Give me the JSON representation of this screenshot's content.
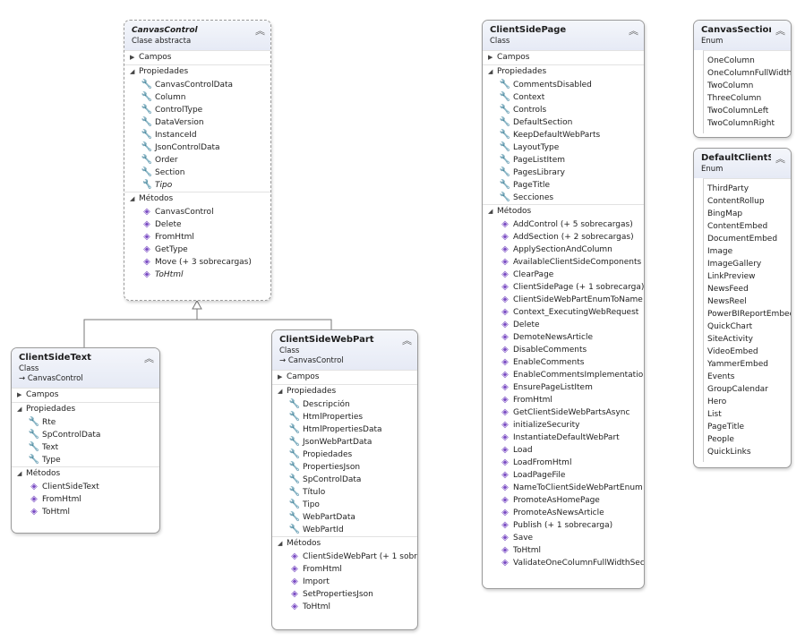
{
  "classes": {
    "canvas_control": {
      "name": "CanvasControl",
      "kind": "Clase abstracta",
      "sections": {
        "fields": "Campos",
        "properties": "Propiedades",
        "methods": "Métodos"
      },
      "properties": [
        "CanvasControlData",
        "Column",
        "ControlType",
        "DataVersion",
        "InstanceId",
        "JsonControlData",
        "Order",
        "Section",
        "Tipo"
      ],
      "methods": [
        "CanvasControl",
        "Delete",
        "FromHtml",
        "GetType",
        "Move (+ 3 sobrecargas)",
        "ToHtml"
      ]
    },
    "client_side_text": {
      "name": "ClientSideText",
      "kind": "Class",
      "base": "→ CanvasControl",
      "sections": {
        "fields": "Campos",
        "properties": "Propiedades",
        "methods": "Métodos"
      },
      "properties": [
        "Rte",
        "SpControlData",
        "Text",
        "Type"
      ],
      "methods": [
        "ClientSideText",
        "FromHtml",
        "ToHtml"
      ]
    },
    "client_side_web_part": {
      "name": "ClientSideWebPart",
      "kind": "Class",
      "base": "→ CanvasControl",
      "sections": {
        "fields": "Campos",
        "properties": "Propiedades",
        "methods": "Métodos"
      },
      "properties": [
        "Descripción",
        "HtmlProperties",
        "HtmlPropertiesData",
        "JsonWebPartData",
        "Propiedades",
        "PropertiesJson",
        "SpControlData",
        "Título",
        "Tipo",
        "WebPartData",
        "WebPartId"
      ],
      "methods": [
        "ClientSideWebPart (+ 1 sobr...",
        "FromHtml",
        "Import",
        "SetPropertiesJson",
        "ToHtml"
      ]
    },
    "client_side_page": {
      "name": "ClientSidePage",
      "kind": "Class",
      "sections": {
        "fields": "Campos",
        "properties": "Propiedades",
        "methods": "Métodos"
      },
      "properties": [
        "CommentsDisabled",
        "Context",
        "Controls",
        "DefaultSection",
        "KeepDefaultWebParts",
        "LayoutType",
        "PageListItem",
        "PagesLibrary",
        "PageTitle",
        "Secciones"
      ],
      "methods": [
        "AddControl (+ 5 sobrecargas)",
        "AddSection (+ 2 sobrecargas)",
        "ApplySectionAndColumn",
        "AvailableClientSideComponents (...",
        "ClearPage",
        "ClientSidePage (+ 1 sobrecarga)",
        "ClientSideWebPartEnumToName",
        "Context_ExecutingWebRequest",
        "Delete",
        "DemoteNewsArticle",
        "DisableComments",
        "EnableComments",
        "EnableCommentsImplementation",
        "EnsurePageListItem",
        "FromHtml",
        "GetClientSideWebPartsAsync",
        "initializeSecurity",
        "InstantiateDefaultWebPart",
        "Load",
        "LoadFromHtml",
        "LoadPageFile",
        "NameToClientSideWebPartEnum",
        "PromoteAsHomePage",
        "PromoteAsNewsArticle",
        "Publish (+ 1 sobrecarga)",
        "Save",
        "ToHtml",
        "ValidateOneColumnFullWidthSec..."
      ]
    },
    "canvas_section_template": {
      "name": "CanvasSectionT...",
      "kind": "Enum",
      "values": [
        "OneColumn",
        "OneColumnFullWidth",
        "TwoColumn",
        "ThreeColumn",
        "TwoColumnLeft",
        "TwoColumnRight"
      ]
    },
    "default_client_side_web_parts": {
      "name": "DefaultClientSid...",
      "kind": "Enum",
      "values": [
        "ThirdParty",
        "ContentRollup",
        "BingMap",
        "ContentEmbed",
        "DocumentEmbed",
        "Image",
        "ImageGallery",
        "LinkPreview",
        "NewsFeed",
        "NewsReel",
        "PowerBIReportEmbed",
        "QuickChart",
        "SiteActivity",
        "VideoEmbed",
        "YammerEmbed",
        "Events",
        "GroupCalendar",
        "Hero",
        "List",
        "PageTitle",
        "People",
        "QuickLinks"
      ]
    }
  },
  "icons": {
    "collapse": "chevrons-up-icon",
    "property": "wrench-icon",
    "method": "method-cube-icon"
  }
}
